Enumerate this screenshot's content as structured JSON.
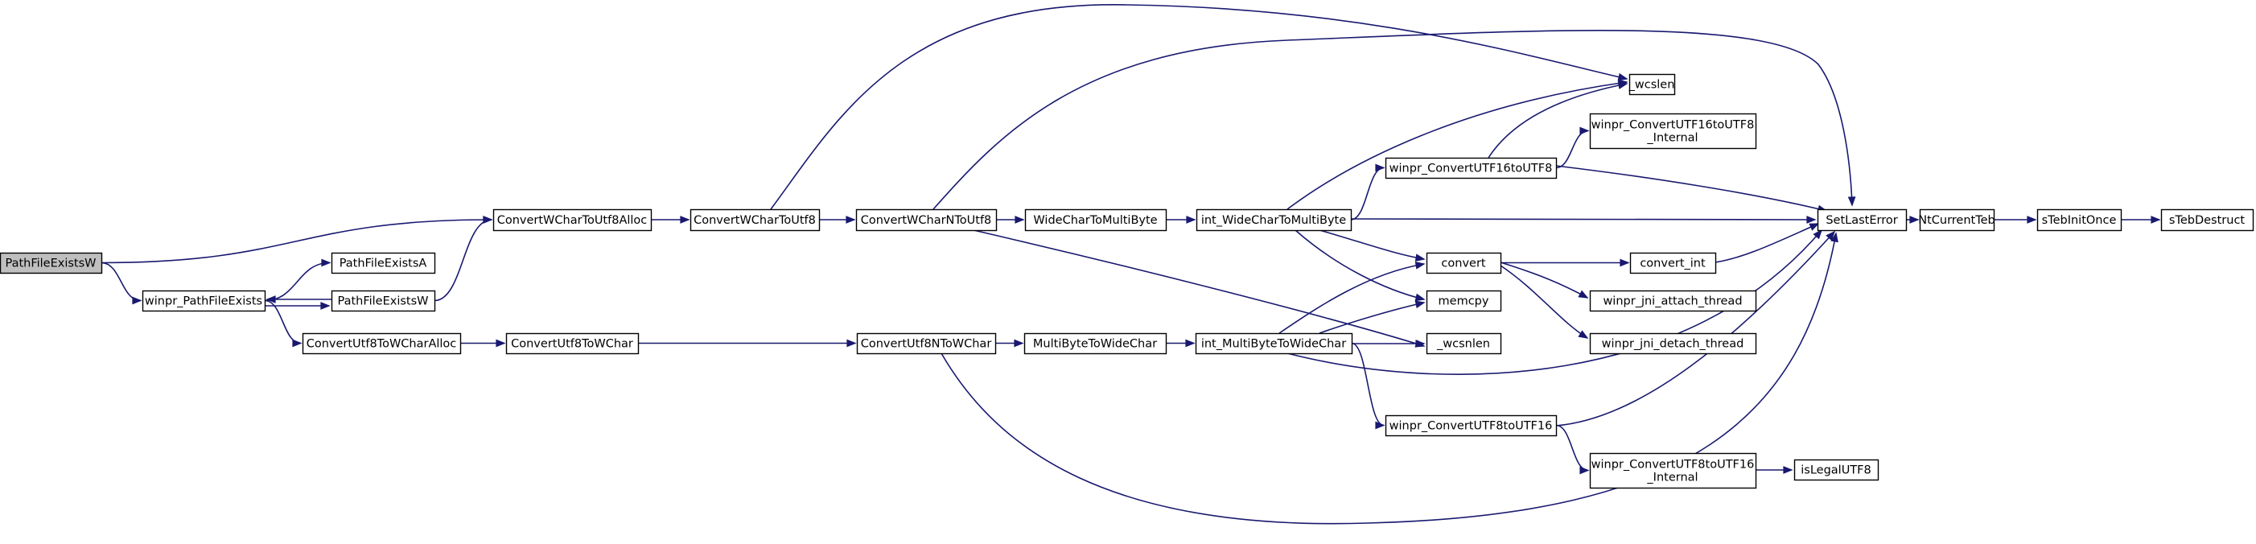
{
  "graph": {
    "nodes": [
      {
        "id": "n0",
        "lines": [
          "PathFileExistsW"
        ],
        "highlight": true
      },
      {
        "id": "n1",
        "lines": [
          "winpr_PathFileExists"
        ]
      },
      {
        "id": "n2",
        "lines": [
          "ConvertWCharToUtf8Alloc"
        ]
      },
      {
        "id": "n3",
        "lines": [
          "PathFileExistsA"
        ]
      },
      {
        "id": "n4",
        "lines": [
          "PathFileExistsW"
        ]
      },
      {
        "id": "n5",
        "lines": [
          "ConvertUtf8ToWCharAlloc"
        ]
      },
      {
        "id": "n6",
        "lines": [
          "ConvertWCharToUtf8"
        ]
      },
      {
        "id": "n7",
        "lines": [
          "ConvertUtf8ToWChar"
        ]
      },
      {
        "id": "n8",
        "lines": [
          "ConvertWCharNToUtf8"
        ]
      },
      {
        "id": "n9",
        "lines": [
          "ConvertUtf8NToWChar"
        ]
      },
      {
        "id": "n10",
        "lines": [
          "WideCharToMultiByte"
        ]
      },
      {
        "id": "n11",
        "lines": [
          "MultiByteToWideChar"
        ]
      },
      {
        "id": "n12",
        "lines": [
          "int_WideCharToMultiByte"
        ]
      },
      {
        "id": "n13",
        "lines": [
          "int_MultiByteToWideChar"
        ]
      },
      {
        "id": "n14",
        "lines": [
          "winpr_ConvertUTF16toUTF8"
        ]
      },
      {
        "id": "n15",
        "lines": [
          "winpr_ConvertUTF8toUTF16"
        ]
      },
      {
        "id": "n16",
        "lines": [
          "_wcslen"
        ]
      },
      {
        "id": "n17",
        "lines": [
          "winpr_ConvertUTF16toUTF8",
          "_Internal"
        ]
      },
      {
        "id": "n18",
        "lines": [
          "convert"
        ]
      },
      {
        "id": "n19",
        "lines": [
          "memcpy"
        ]
      },
      {
        "id": "n20",
        "lines": [
          "_wcsnlen"
        ]
      },
      {
        "id": "n21",
        "lines": [
          "winpr_ConvertUTF8toUTF16",
          "_Internal"
        ]
      },
      {
        "id": "n22",
        "lines": [
          "convert_int"
        ]
      },
      {
        "id": "n23",
        "lines": [
          "winpr_jni_attach_thread"
        ]
      },
      {
        "id": "n24",
        "lines": [
          "winpr_jni_detach_thread"
        ]
      },
      {
        "id": "n25",
        "lines": [
          "SetLastError"
        ]
      },
      {
        "id": "n26",
        "lines": [
          "isLegalUTF8"
        ]
      },
      {
        "id": "n27",
        "lines": [
          "NtCurrentTeb"
        ]
      },
      {
        "id": "n28",
        "lines": [
          "sTebInitOnce"
        ]
      },
      {
        "id": "n29",
        "lines": [
          "sTebDestruct"
        ]
      }
    ],
    "edges": [
      {
        "from": "n0",
        "to": "n2"
      },
      {
        "from": "n0",
        "to": "n1"
      },
      {
        "from": "n1",
        "to": "n3"
      },
      {
        "from": "n1",
        "to": "n4"
      },
      {
        "from": "n4",
        "to": "n1"
      },
      {
        "from": "n1",
        "to": "n5"
      },
      {
        "from": "n4",
        "to": "n2"
      },
      {
        "from": "n2",
        "to": "n6"
      },
      {
        "from": "n5",
        "to": "n7"
      },
      {
        "from": "n6",
        "to": "n8"
      },
      {
        "from": "n6",
        "to": "n16"
      },
      {
        "from": "n7",
        "to": "n9"
      },
      {
        "from": "n8",
        "to": "n10"
      },
      {
        "from": "n8",
        "to": "n25"
      },
      {
        "from": "n8",
        "to": "n20"
      },
      {
        "from": "n9",
        "to": "n11"
      },
      {
        "from": "n9",
        "to": "n25"
      },
      {
        "from": "n10",
        "to": "n12"
      },
      {
        "from": "n11",
        "to": "n13"
      },
      {
        "from": "n12",
        "to": "n16"
      },
      {
        "from": "n12",
        "to": "n14"
      },
      {
        "from": "n12",
        "to": "n25"
      },
      {
        "from": "n12",
        "to": "n18"
      },
      {
        "from": "n12",
        "to": "n19"
      },
      {
        "from": "n13",
        "to": "n18"
      },
      {
        "from": "n13",
        "to": "n19"
      },
      {
        "from": "n13",
        "to": "n20"
      },
      {
        "from": "n13",
        "to": "n25"
      },
      {
        "from": "n13",
        "to": "n15"
      },
      {
        "from": "n14",
        "to": "n16"
      },
      {
        "from": "n14",
        "to": "n17"
      },
      {
        "from": "n14",
        "to": "n25"
      },
      {
        "from": "n15",
        "to": "n21"
      },
      {
        "from": "n15",
        "to": "n25"
      },
      {
        "from": "n18",
        "to": "n22"
      },
      {
        "from": "n18",
        "to": "n23"
      },
      {
        "from": "n18",
        "to": "n24"
      },
      {
        "from": "n22",
        "to": "n25"
      },
      {
        "from": "n21",
        "to": "n26"
      },
      {
        "from": "n25",
        "to": "n27"
      },
      {
        "from": "n27",
        "to": "n28"
      },
      {
        "from": "n28",
        "to": "n29"
      }
    ]
  },
  "colors": {
    "edge": "#191970",
    "node_fill": "#ffffff",
    "node_highlight_fill": "#bfbfbf",
    "node_border": "#000000"
  }
}
